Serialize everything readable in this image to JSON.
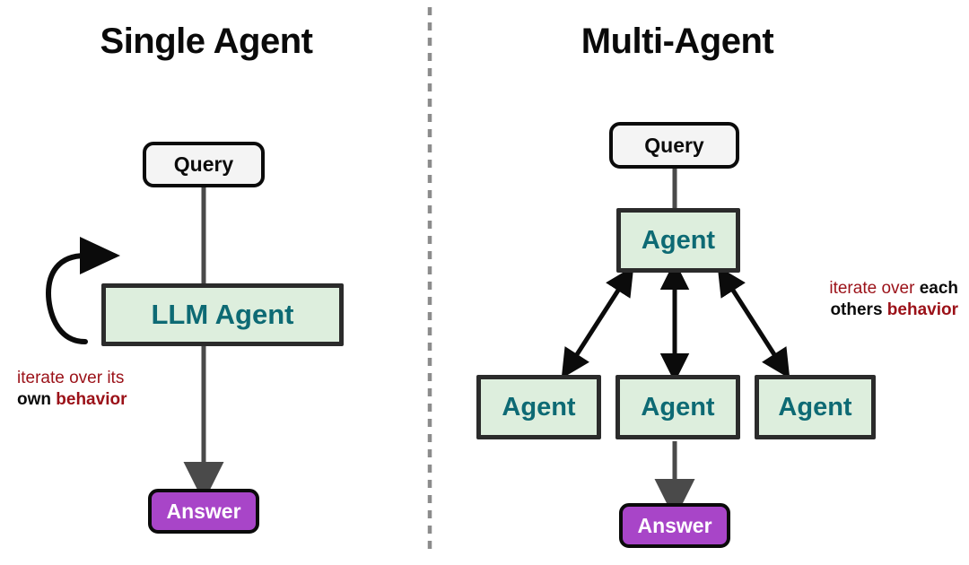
{
  "figure": {
    "background_color": "#ffffff",
    "divider": {
      "color": "#8c8c8c",
      "style": "dashed"
    }
  },
  "palette": {
    "agent_fill": "#ddeedd",
    "agent_border": "#2b2b2b",
    "agent_text": "#0d6a74",
    "query_fill": "#f4f4f4",
    "query_border": "#0b0b0b",
    "answer_fill": "#a845c8",
    "answer_border": "#0b0b0b",
    "answer_text": "#ffffff",
    "annotation_red": "#9b1118",
    "annotation_black": "#0b0b0b",
    "connector_gray": "#4a4a4a",
    "loop_arrow_black": "#0b0b0b"
  },
  "left_panel": {
    "title": "Single Agent",
    "nodes": {
      "query": "Query",
      "agent": "LLM Agent",
      "answer": "Answer"
    },
    "annotation": {
      "line1_red": "iterate over its",
      "line2_black_bold": "own",
      "line2_red_bold": "behavior"
    }
  },
  "right_panel": {
    "title": "Multi-Agent",
    "nodes": {
      "query": "Query",
      "lead_agent": "Agent",
      "sub_agents": [
        "Agent",
        "Agent",
        "Agent"
      ],
      "answer": "Answer"
    },
    "annotation": {
      "line1_red": "iterate over",
      "line1_black_bold": "each",
      "line2_black_bold": "others",
      "line2_red_bold": "behavior"
    }
  }
}
